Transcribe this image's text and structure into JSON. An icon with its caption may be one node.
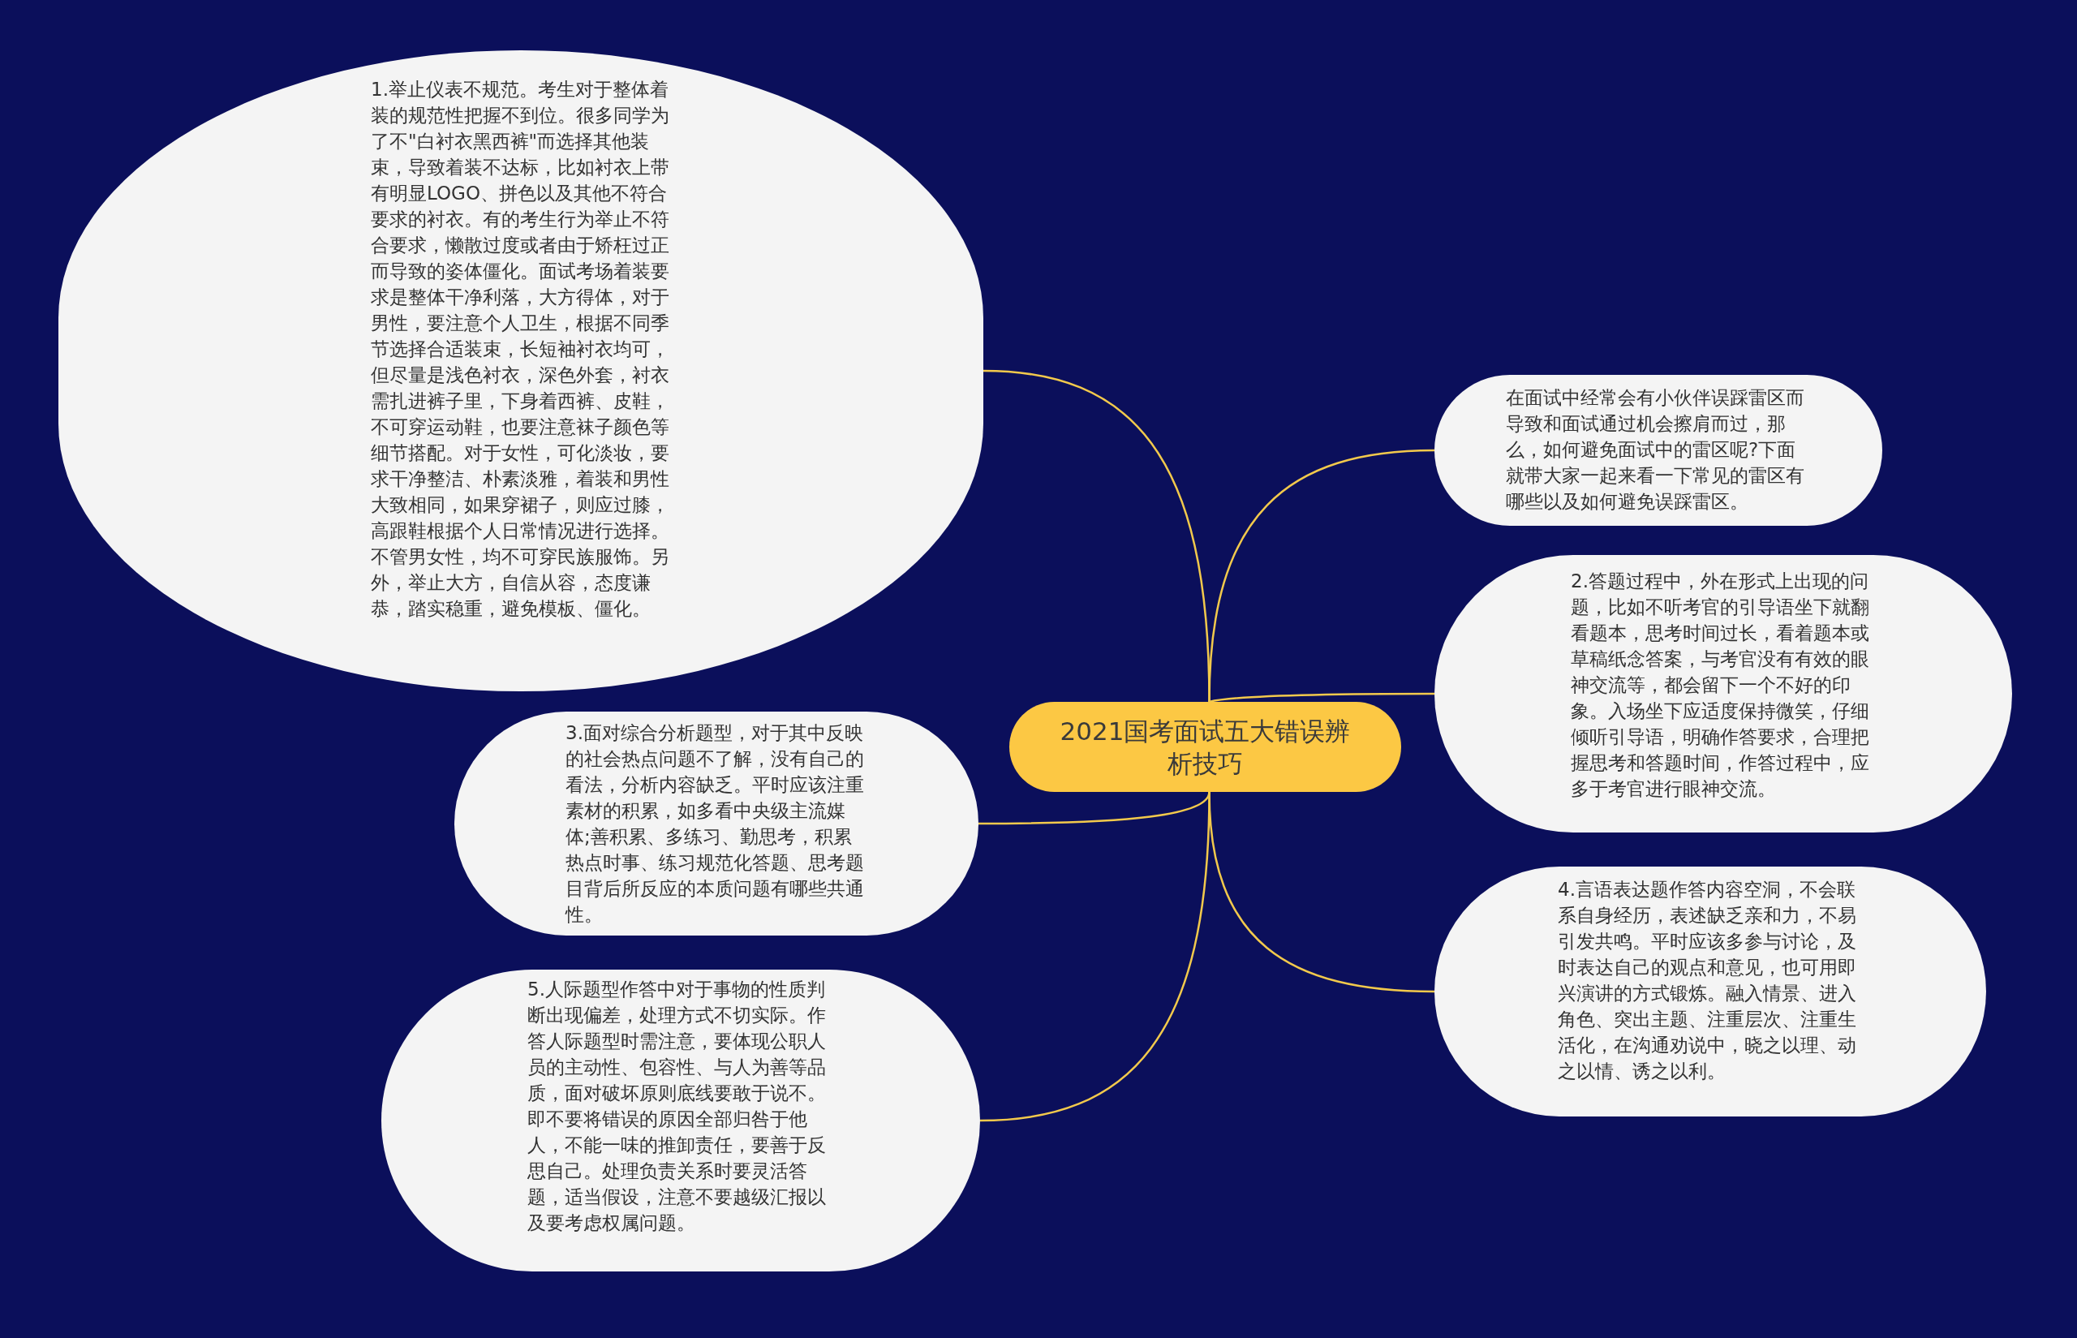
{
  "diagram": {
    "nodes": [
      {
        "text": [
          "2021国考面试五大错误辨析技巧"
        ]
      },
      {
        "text": [
          "1.举止仪表不规范。考生对于整体着装的规范性把握不到位。很多同学为了不\"白衬衣黑西裤\"而选择其他装束，导致着装不达标，比如衬衣上带有明显LOGO、拼色以及其他不符合要求的衬衣。有的考生行为举止不符合要求，懒散过度或者由于矫枉过正而导致的姿体僵化。面试考场着装要求是整体干净利落，大方得体，对于男性，要注意个人卫生，根据不同季节选择合适装束，长短袖衬衣均可，但尽量是浅色衬衣，深色外套，衬衣需扎进裤子里，下身着西裤、皮鞋，不可穿运动鞋，也要注意袜子颜色等细节搭配。对于女性，可化淡妆，要求干净整洁、朴素淡雅，着装和男性大致相同，如果穿裙子，则应过膝，高跟鞋根据个人日常情况进行选择。不管男女性，均不可穿民族服饰。另外，举止大方，自信从容，态度谦恭，踏实稳重，避免模板、僵化。"
        ]
      },
      {
        "text": [
          "在面试中经常会有小伙伴误踩雷区而导致和面试通过机会擦肩而过，那么，如何避免面试中的雷区呢?下面就带大家一起来看一下常见的雷区有哪些以及如何避免误踩雷区。"
        ]
      },
      {
        "text": [
          "2.答题过程中，外在形式上出现的问题，比如不听考官的引导语坐下就翻看题本，思考时间过长，看着题本或草稿纸念答案，与考官没有有效的眼神交流等，都会留下一个不好的印象。入场坐下应适度保持微笑，仔细倾听引导语，明确作答要求，合理把握思考和答题时间，作答过程中，应多于考官进行眼神交流。"
        ]
      },
      {
        "text": [
          "3.面对综合分析题型，对于其中反映的社会热点问题不了解，没有自己的看法，分析内容缺乏。平时应该注重素材的积累，如多看中央级主流媒体;善积累、多练习、勤思考，积累热点时事、练习规范化答题、思考题目背后所反应的本质问题有哪些共通性。"
        ]
      },
      {
        "text": [
          "4.言语表达题作答内容空洞，不会联系自身经历，表述缺乏亲和力，不易引发共鸣。平时应该多参与讨论，及时表达自己的观点和意见，也可用即兴演讲的方式锻炼。融入情景、进入角色、突出主题、注重层次、注重生活化，在沟通劝说中，晓之以理、动之以情、诱之以利。"
        ]
      },
      {
        "text": [
          "5.人际题型作答中对于事物的性质判断出现偏差，处理方式不切实际。作答人际题型时需注意，要体现公职人员的主动性、包容性、与人为善等品质，面对破坏原则底线要敢于说不。即不要将错误的原因全部归咎于他人，不能一味的推卸责任，要善于反思自己。处理负责关系时要灵活答题，适当假设，注意不要越级汇报以及要考虑权属问题。"
        ]
      }
    ],
    "edges": [
      {
        "from": 0,
        "to": 1,
        "arrow": "none"
      },
      {
        "from": 0,
        "to": 2,
        "arrow": "none"
      },
      {
        "from": 0,
        "to": 3,
        "arrow": "none"
      },
      {
        "from": 0,
        "to": 4,
        "arrow": "none"
      },
      {
        "from": 0,
        "to": 5,
        "arrow": "none"
      },
      {
        "from": 0,
        "to": 6,
        "arrow": "none"
      }
    ]
  }
}
